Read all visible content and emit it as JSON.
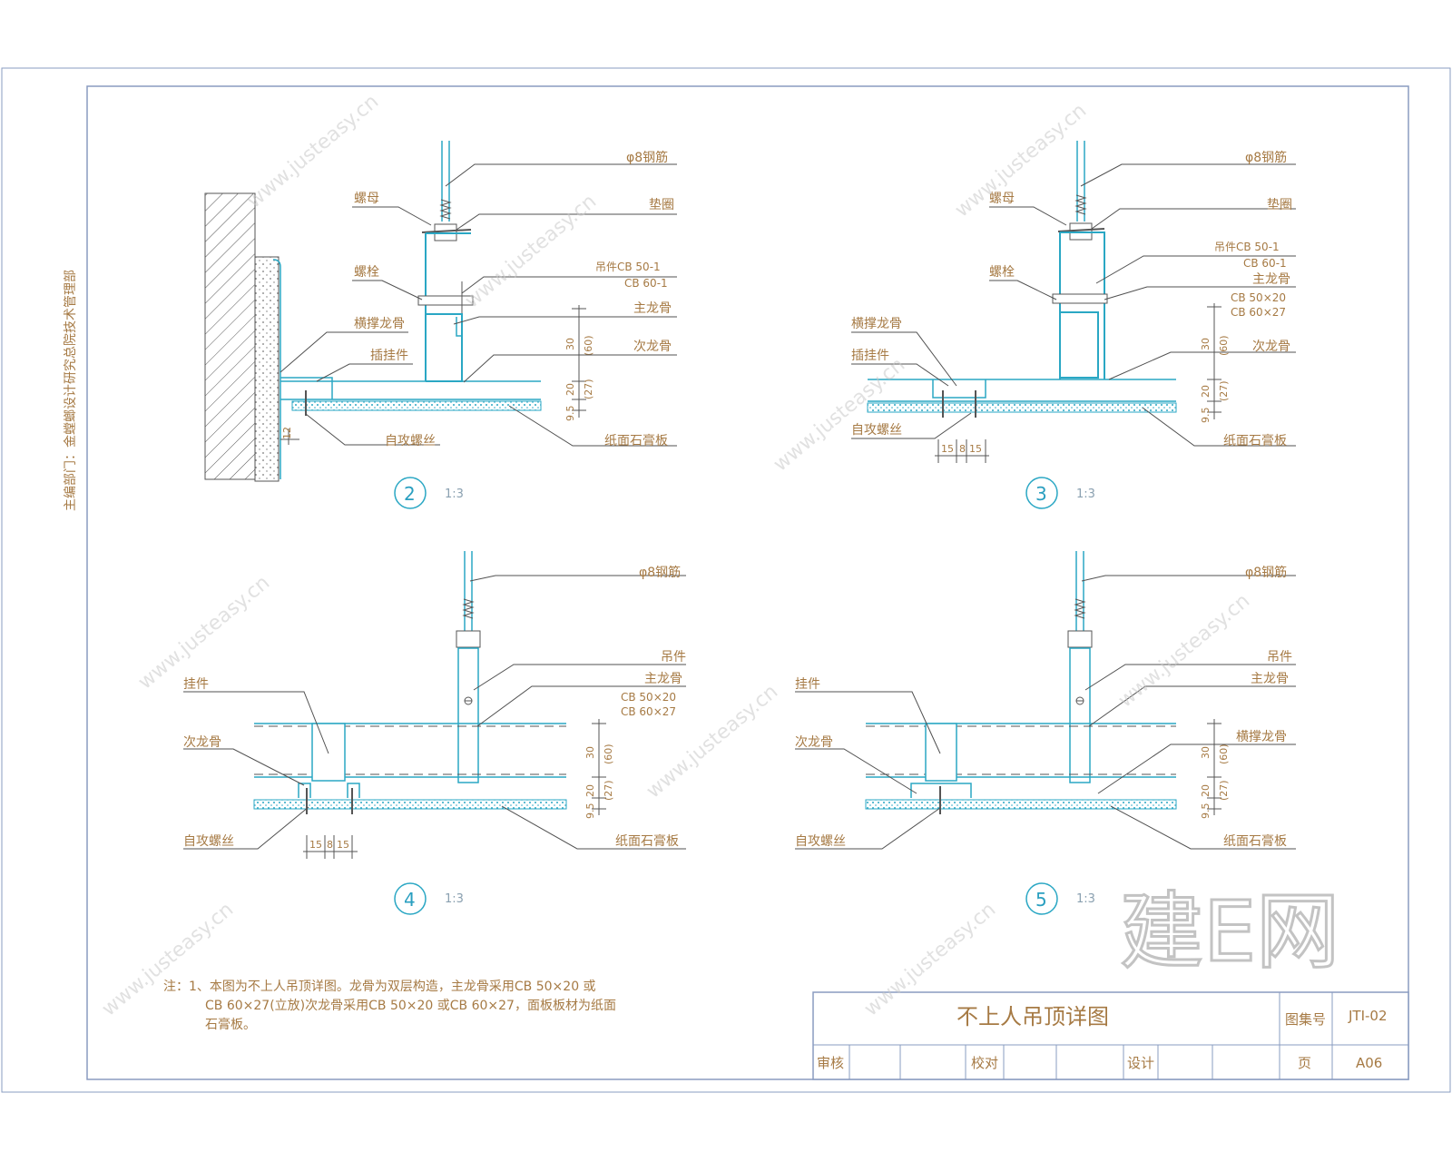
{
  "sidebar": {
    "vertical_text": "主编部门：金螳螂设计研究总院技术管理部"
  },
  "details": [
    {
      "number": "2",
      "scale": "1:3",
      "labels": {
        "rod": "φ8钢筋",
        "nut": "螺母",
        "washer": "垫圈",
        "bolt": "螺栓",
        "hanger1": "吊件CB 50-1",
        "hanger2": "CB 60-1",
        "main": "主龙骨",
        "brace": "横撑龙骨",
        "secondary": "次龙骨",
        "clip": "插挂件",
        "screw": "自攻螺丝",
        "board": "纸面石膏板"
      },
      "dims": {
        "d30": "30",
        "d60": "(60)",
        "d20": "20",
        "d27": "(27)",
        "d95": "9.5",
        "d12": "12"
      }
    },
    {
      "number": "3",
      "scale": "1:3",
      "labels": {
        "rod": "φ8钢筋",
        "nut": "螺母",
        "washer": "垫圈",
        "bolt": "螺栓",
        "hanger1": "吊件CB 50-1",
        "hanger2": "CB 60-1",
        "main": "主龙骨",
        "main_spec1": "CB 50×20",
        "main_spec2": "CB 60×27",
        "brace": "横撑龙骨",
        "secondary": "次龙骨",
        "clip": "插挂件",
        "screw": "自攻螺丝",
        "board": "纸面石膏板"
      },
      "dims": {
        "d30": "30",
        "d60": "(60)",
        "d20": "20",
        "d27": "(27)",
        "d95": "9.5",
        "w15a": "15",
        "w8": "8",
        "w15b": "15"
      }
    },
    {
      "number": "4",
      "scale": "1:3",
      "labels": {
        "rod": "φ8钢筋",
        "hanger": "吊件",
        "main": "主龙骨",
        "main_spec1": "CB 50×20",
        "main_spec2": "CB 60×27",
        "clip": "挂件",
        "secondary": "次龙骨",
        "screw": "自攻螺丝",
        "board": "纸面石膏板"
      },
      "dims": {
        "d30": "30",
        "d60": "(60)",
        "d20": "20",
        "d27": "(27)",
        "d95": "9.5",
        "w15a": "15",
        "w8": "8",
        "w15b": "15"
      }
    },
    {
      "number": "5",
      "scale": "1:3",
      "labels": {
        "rod": "φ8钢筋",
        "hanger": "吊件",
        "main": "主龙骨",
        "clip": "挂件",
        "secondary": "次龙骨",
        "brace": "横撑龙骨",
        "screw": "自攻螺丝",
        "board": "纸面石膏板"
      },
      "dims": {
        "d30": "30",
        "d60": "(60)",
        "d20": "20",
        "d27": "(27)",
        "d95": "9.5"
      }
    }
  ],
  "notes": {
    "line1": "注：1、本图为不上人吊顶详图。龙骨为双层构造，主龙骨采用CB 50×20 或",
    "line2": "CB 60×27(立放)次龙骨采用CB 50×20 或CB 60×27，面板板材为纸面",
    "line3": "石膏板。"
  },
  "title_block": {
    "title": "不上人吊顶详图",
    "atlas_label": "图集号",
    "atlas_value": "JTI-02",
    "review_label": "审核",
    "check_label": "校对",
    "design_label": "设计",
    "page_label": "页",
    "page_value": "A06"
  },
  "watermark": {
    "logo_text": "建E网",
    "url_text": "www.justeasy.cn"
  },
  "colors": {
    "steel": "#2aa7c4",
    "label": "#a67a44",
    "frame": "#8a9cc0",
    "leader": "#505050"
  }
}
